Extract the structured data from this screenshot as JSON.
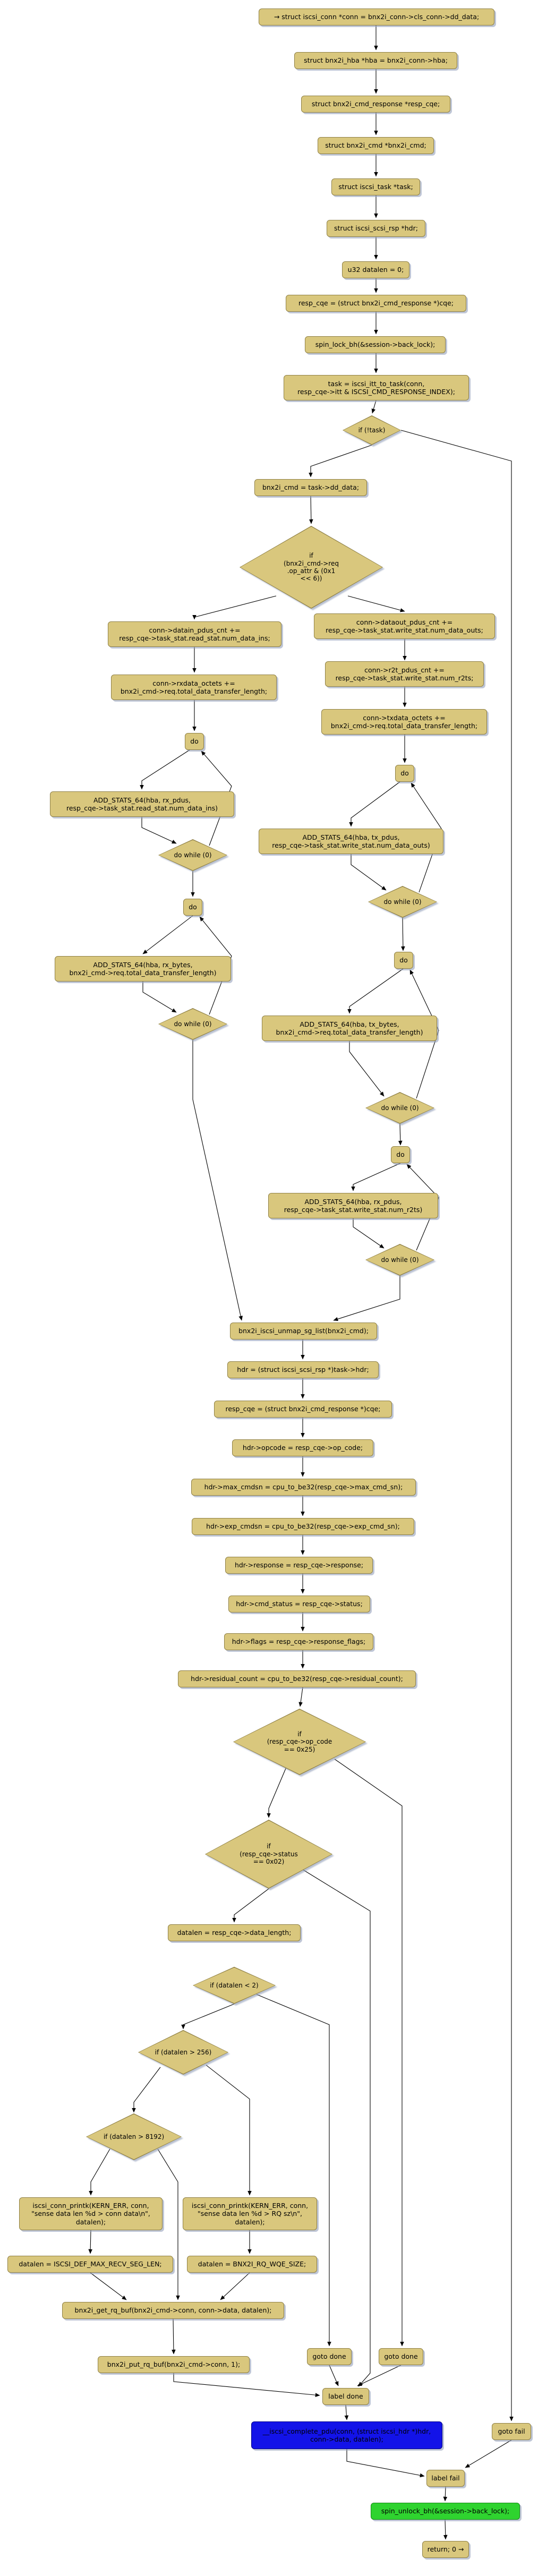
{
  "diagram": {
    "kind": "control-flow-graph",
    "function_hint": "bnx2i scsi cmd response processing",
    "colors": {
      "node_fill": "#d9c77d",
      "node_border": "#8f8045",
      "shadow": "#94a0ba",
      "highlight_blue": "#1313e8",
      "highlight_green": "#2fd32f",
      "edge": "#000000",
      "background": "#ffffff"
    }
  },
  "nodes": {
    "decl_conn": {
      "label": "→ struct iscsi_conn *conn = bnx2i_conn->cls_conn->dd_data;"
    },
    "decl_hba": {
      "label": "struct bnx2i_hba *hba = bnx2i_conn->hba;"
    },
    "decl_resp_cqe": {
      "label": "struct bnx2i_cmd_response *resp_cqe;"
    },
    "decl_bnx2i_cmd": {
      "label": "struct bnx2i_cmd *bnx2i_cmd;"
    },
    "decl_task": {
      "label": "struct iscsi_task *task;"
    },
    "decl_hdr": {
      "label": "struct iscsi_scsi_rsp *hdr;"
    },
    "decl_datalen": {
      "label": "u32 datalen = 0;"
    },
    "assign_resp_cqe": {
      "label": "resp_cqe = (struct bnx2i_cmd_response *)cqe;"
    },
    "spin_lock": {
      "label": "spin_lock_bh(&session->back_lock);"
    },
    "itt_to_task": {
      "label": "task = iscsi_itt_to_task(conn,\nresp_cqe->itt & ISCSI_CMD_RESPONSE_INDEX);"
    },
    "if_not_task": {
      "label": "if (!task)"
    },
    "assign_bnx2i_cmd": {
      "label": "bnx2i_cmd = task->dd_data;"
    },
    "if_op_attr": {
      "label": "if\n(bnx2i_cmd->req\n.op_attr & (0x1\n<< 6))"
    },
    "datain_pdus": {
      "label": "conn->datain_pdus_cnt +=\nresp_cqe->task_stat.read_stat.num_data_ins;"
    },
    "rxdata_octets": {
      "label": "conn->rxdata_octets +=\nbnx2i_cmd->req.total_data_transfer_length;"
    },
    "do_l1": {
      "label": "do"
    },
    "add_rx_pdus_read": {
      "label": "ADD_STATS_64(hba, rx_pdus,\nresp_cqe->task_stat.read_stat.num_data_ins)"
    },
    "dw_l1": {
      "label": "do while (0)"
    },
    "do_l2": {
      "label": "do"
    },
    "add_rx_bytes": {
      "label": "ADD_STATS_64(hba, rx_bytes,\nbnx2i_cmd->req.total_data_transfer_length)"
    },
    "dw_l2": {
      "label": "do while (0)"
    },
    "dataout_pdus": {
      "label": "conn->dataout_pdus_cnt +=\nresp_cqe->task_stat.write_stat.num_data_outs;"
    },
    "r2t_pdus": {
      "label": "conn->r2t_pdus_cnt +=\nresp_cqe->task_stat.write_stat.num_r2ts;"
    },
    "txdata_octets": {
      "label": "conn->txdata_octets +=\nbnx2i_cmd->req.total_data_transfer_length;"
    },
    "do_r1": {
      "label": "do"
    },
    "add_tx_pdus": {
      "label": "ADD_STATS_64(hba, tx_pdus,\nresp_cqe->task_stat.write_stat.num_data_outs)"
    },
    "dw_r1": {
      "label": "do while (0)"
    },
    "do_r2": {
      "label": "do"
    },
    "add_tx_bytes": {
      "label": "ADD_STATS_64(hba, tx_bytes,\nbnx2i_cmd->req.total_data_transfer_length)"
    },
    "dw_r2": {
      "label": "do while (0)"
    },
    "do_r3": {
      "label": "do"
    },
    "add_rx_pdus_r2t": {
      "label": "ADD_STATS_64(hba, rx_pdus,\nresp_cqe->task_stat.write_stat.num_r2ts)"
    },
    "dw_r3": {
      "label": "do while (0)"
    },
    "unmap_sg": {
      "label": "bnx2i_iscsi_unmap_sg_list(bnx2i_cmd);"
    },
    "hdr_task": {
      "label": "hdr = (struct iscsi_scsi_rsp *)task->hdr;"
    },
    "resp_cqe2": {
      "label": "resp_cqe = (struct bnx2i_cmd_response *)cqe;"
    },
    "opcode": {
      "label": "hdr->opcode = resp_cqe->op_code;"
    },
    "max_cmdsn": {
      "label": "hdr->max_cmdsn = cpu_to_be32(resp_cqe->max_cmd_sn);"
    },
    "exp_cmdsn": {
      "label": "hdr->exp_cmdsn = cpu_to_be32(resp_cqe->exp_cmd_sn);"
    },
    "response": {
      "label": "hdr->response = resp_cqe->response;"
    },
    "cmd_status": {
      "label": "hdr->cmd_status = resp_cqe->status;"
    },
    "flags": {
      "label": "hdr->flags = resp_cqe->response_flags;"
    },
    "residual": {
      "label": "hdr->residual_count = cpu_to_be32(resp_cqe->residual_count);"
    },
    "if_opcode": {
      "label": "if\n(resp_cqe->op_code\n== 0x25)"
    },
    "if_status": {
      "label": "if\n(resp_cqe->status\n== 0x02)"
    },
    "datalen_assign": {
      "label": "datalen = resp_cqe->data_length;"
    },
    "if_datalen2": {
      "label": "if (datalen < 2)"
    },
    "if_datalen256": {
      "label": "if (datalen > 256)"
    },
    "if_datalen8192": {
      "label": "if (datalen > 8192)"
    },
    "printk_conn_data": {
      "label": "iscsi_conn_printk(KERN_ERR, conn,\n\"sense data len %d > conn data\\n\",\ndatalen);"
    },
    "datalen_max_recv": {
      "label": "datalen = ISCSI_DEF_MAX_RECV_SEG_LEN;"
    },
    "printk_rq_sz": {
      "label": "iscsi_conn_printk(KERN_ERR, conn,\n\"sense data len %d > RQ sz\\n\",\ndatalen);"
    },
    "datalen_rq_wqe": {
      "label": "datalen = BNX2I_RQ_WQE_SIZE;"
    },
    "get_rq_buf": {
      "label": "bnx2i_get_rq_buf(bnx2i_cmd->conn, conn->data, datalen);"
    },
    "put_rq_buf": {
      "label": "bnx2i_put_rq_buf(bnx2i_cmd->conn, 1);"
    },
    "goto_done_1": {
      "label": "goto done"
    },
    "goto_done_2": {
      "label": "goto done"
    },
    "label_done": {
      "label": "label done"
    },
    "complete_pdu": {
      "label": "__iscsi_complete_pdu(conn, (struct iscsi_hdr *)hdr,\nconn->data, datalen);"
    },
    "goto_fail": {
      "label": "goto fail"
    },
    "label_fail": {
      "label": "label fail"
    },
    "spin_unlock": {
      "label": "spin_unlock_bh(&session->back_lock);"
    },
    "return0": {
      "label": "return; 0 →"
    }
  }
}
